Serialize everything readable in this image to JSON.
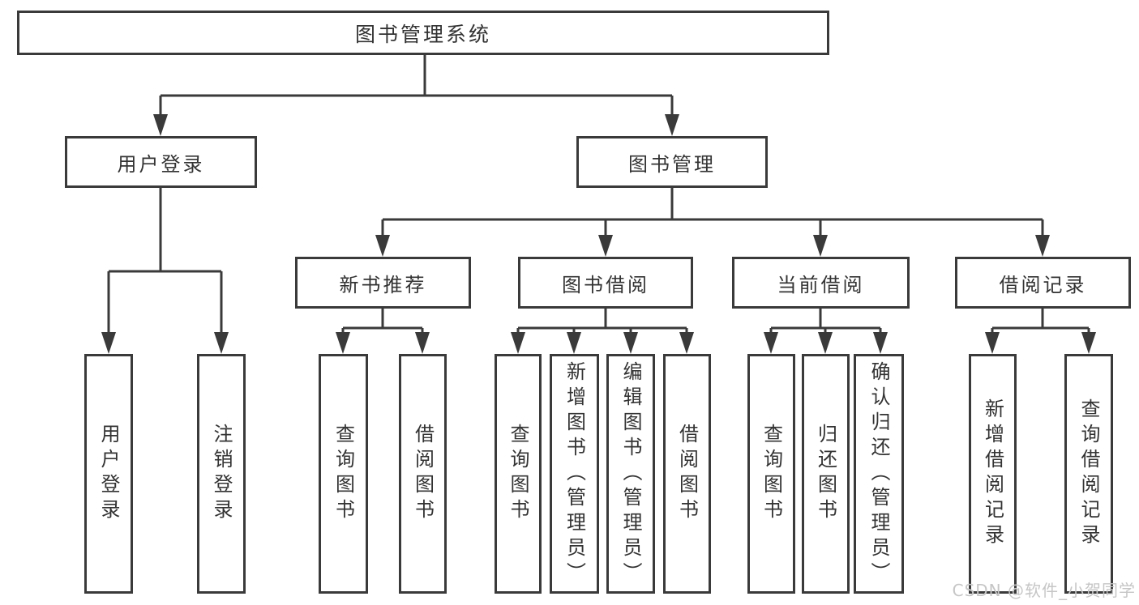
{
  "diagram": {
    "title": "图书管理系统",
    "tree": {
      "root": {
        "label": "图书管理系统",
        "children": [
          {
            "label": "用户登录",
            "children": [
              {
                "label": "用户登录"
              },
              {
                "label": "注销登录"
              }
            ]
          },
          {
            "label": "图书管理",
            "children": [
              {
                "label": "新书推荐",
                "children": [
                  {
                    "label": "查询图书"
                  },
                  {
                    "label": "借阅图书"
                  }
                ]
              },
              {
                "label": "图书借阅",
                "children": [
                  {
                    "label": "查询图书"
                  },
                  {
                    "label": "新增图书（管理员）"
                  },
                  {
                    "label": "编辑图书（管理员）"
                  },
                  {
                    "label": "借阅图书"
                  }
                ]
              },
              {
                "label": "当前借阅",
                "children": [
                  {
                    "label": "查询图书"
                  },
                  {
                    "label": "归还图书"
                  },
                  {
                    "label": "确认归还（管理员）"
                  }
                ]
              },
              {
                "label": "借阅记录",
                "children": [
                  {
                    "label": "新增借阅记录"
                  },
                  {
                    "label": "查询借阅记录"
                  }
                ]
              }
            ]
          }
        ]
      }
    },
    "colors": {
      "line": "#3a3a3a",
      "text": "#333333",
      "background": "#ffffff",
      "watermark_text_color": "#c6c6c6"
    }
  },
  "watermark": {
    "text": "CSDN @软件_小贺同学"
  }
}
